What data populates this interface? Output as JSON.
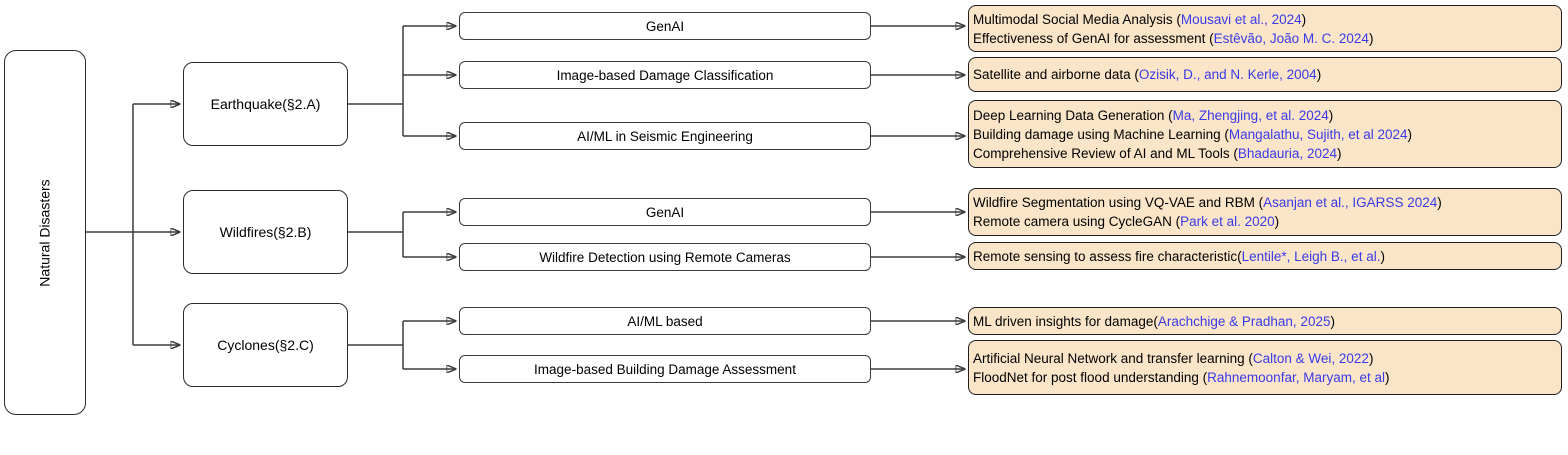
{
  "colors": {
    "background": "#FFFFFF",
    "reference_fill": "#FAE5C8",
    "citation_blue": "#3A3AEA",
    "box_border": "#1F1F1F",
    "connector": "#3D3D3D"
  },
  "root": {
    "label": "Natural Disasters"
  },
  "categories": [
    {
      "label": "Earthquake(§2.A)"
    },
    {
      "label": "Wildfires(§2.B)"
    },
    {
      "label": "Cyclones(§2.C)"
    }
  ],
  "topics": [
    {
      "label": "GenAI"
    },
    {
      "label": "Image-based Damage Classification"
    },
    {
      "label": "AI/ML in Seismic Engineering"
    },
    {
      "label": "GenAI"
    },
    {
      "label": "Wildfire Detection using Remote Cameras"
    },
    {
      "label": "AI/ML based"
    },
    {
      "label": "Image-based Building Damage Assessment"
    }
  ],
  "references": [
    {
      "lines": [
        {
          "text": "Multimodal Social Media Analysis (",
          "cite": "Mousavi et al., 2024",
          "close": ")"
        },
        {
          "text": "Effectiveness of GenAI for assessment (",
          "cite": "Estêvão, João M. C. 2024",
          "close": ")"
        }
      ]
    },
    {
      "lines": [
        {
          "text": "Satellite and airborne data (",
          "cite": "Ozisik, D., and N. Kerle, 2004",
          "close": ")"
        }
      ]
    },
    {
      "lines": [
        {
          "text": "Deep Learning Data Generation (",
          "cite": "Ma, Zhengjing, et al. 2024",
          "close": ")"
        },
        {
          "text": "Building damage using Machine Learning (",
          "cite": "Mangalathu, Sujith, et al 2024",
          "close": ")"
        },
        {
          "text": "Comprehensive Review of AI and ML Tools (",
          "cite": "Bhadauria, 2024",
          "close": ")"
        }
      ]
    },
    {
      "lines": [
        {
          "text": "Wildfire Segmentation using VQ-VAE and RBM (",
          "cite": "Asanjan et al., IGARSS 2024",
          "close": ")"
        },
        {
          "text": "Remote camera using CycleGAN (",
          "cite": "Park et al. 2020",
          "close": ")"
        }
      ]
    },
    {
      "lines": [
        {
          "text": "Remote sensing to assess fire characteristic(",
          "cite": "Lentile*, Leigh B., et al.",
          "close": ")"
        }
      ]
    },
    {
      "lines": [
        {
          "text": "ML driven insights for damage(",
          "cite": "Arachchige & Pradhan, 2025",
          "close": ")"
        }
      ]
    },
    {
      "lines": [
        {
          "text": "Artificial Neural Network and transfer learning (",
          "cite": "Calton & Wei, 2022",
          "close": ")"
        },
        {
          "text": "FloodNet for post flood understanding (",
          "cite": "Rahnemoonfar, Maryam, et al",
          "close": ")"
        }
      ]
    }
  ]
}
